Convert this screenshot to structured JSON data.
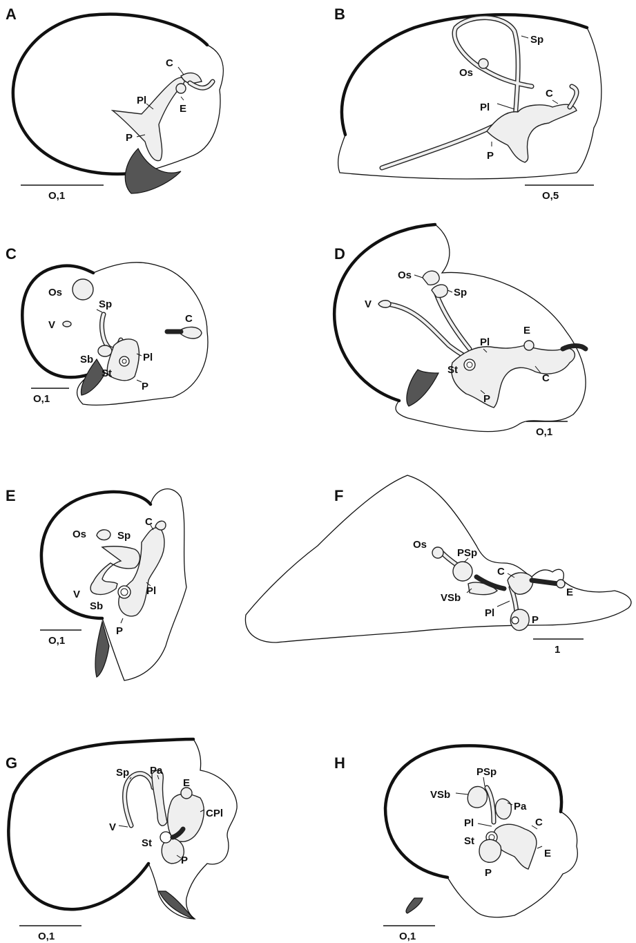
{
  "panels": [
    {
      "id": "A",
      "scale": "O,1",
      "labels": {
        "C": "C",
        "Pl": "Pl",
        "E": "E",
        "P": "P"
      }
    },
    {
      "id": "B",
      "scale": "O,5",
      "labels": {
        "Sp": "Sp",
        "Os": "Os",
        "Pl": "Pl",
        "C": "C",
        "P": "P"
      }
    },
    {
      "id": "C",
      "scale": "O,1",
      "labels": {
        "Os": "Os",
        "Sp": "Sp",
        "V": "V",
        "C": "C",
        "Sb": "Sb",
        "Pl": "Pl",
        "St": "St",
        "P": "P"
      }
    },
    {
      "id": "D",
      "scale": "O,1",
      "labels": {
        "Os": "Os",
        "Sp": "Sp",
        "V": "V",
        "E": "E",
        "Pl": "Pl",
        "St": "St",
        "C": "C",
        "P": "P"
      }
    },
    {
      "id": "E",
      "scale": "O,1",
      "labels": {
        "Os": "Os",
        "Sp": "Sp",
        "C": "C",
        "V": "V",
        "Pl": "Pl",
        "Sb": "Sb",
        "P": "P"
      }
    },
    {
      "id": "F",
      "scale": "1",
      "labels": {
        "Os": "Os",
        "PSp": "PSp",
        "C": "C",
        "E": "E",
        "VSb": "VSb",
        "Pl": "Pl",
        "P": "P"
      }
    },
    {
      "id": "G",
      "scale": "O,1",
      "labels": {
        "Sp": "Sp",
        "Pa": "Pa",
        "E": "E",
        "CPl": "CPl",
        "V": "V",
        "St": "St",
        "P": "P"
      }
    },
    {
      "id": "H",
      "scale": "O,1",
      "labels": {
        "PSp": "PSp",
        "VSb": "VSb",
        "Pa": "Pa",
        "Pl": "Pl",
        "C": "C",
        "St": "St",
        "E": "E",
        "P": "P"
      }
    }
  ]
}
